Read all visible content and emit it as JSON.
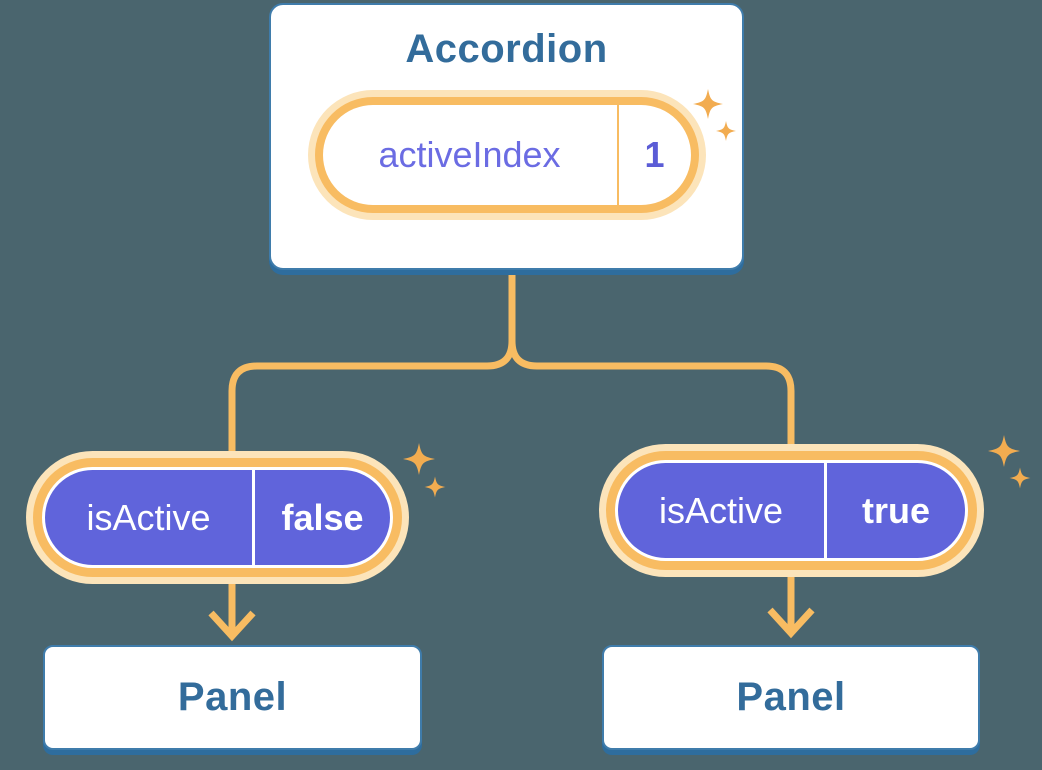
{
  "colors": {
    "background": "#4A656E",
    "card_bg": "#FFFFFF",
    "card_border": "#3F7CAB",
    "card_shadow": "#2E6D9E",
    "heading_text": "#336C9B",
    "connector_orange": "#F8BC62",
    "orange_glow": "#FCE4BA",
    "sparkle": "#F2AC50",
    "state_label_text": "#6B6CE3",
    "state_value_text": "#5B5CD6",
    "prop_pill_bg": "#6064DB",
    "prop_pill_text": "#FFFFFF"
  },
  "icons": {
    "sparkle": "four-point-star",
    "arrow": "down-chevron-arrow"
  },
  "accordion": {
    "title": "Accordion",
    "state_pill": {
      "label": "activeIndex",
      "value": "1"
    }
  },
  "branches": [
    {
      "prop_pill": {
        "label": "isActive",
        "value": "false"
      },
      "panel_title": "Panel"
    },
    {
      "prop_pill": {
        "label": "isActive",
        "value": "true"
      },
      "panel_title": "Panel"
    }
  ]
}
